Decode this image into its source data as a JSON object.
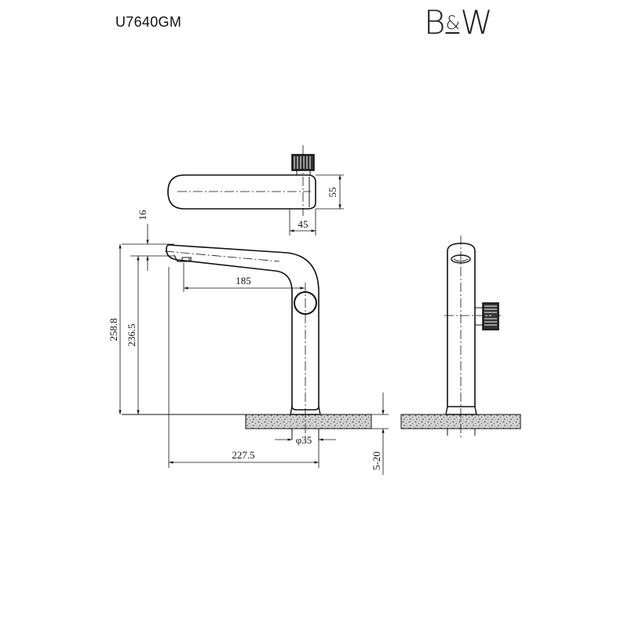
{
  "header": {
    "model_code": "U7640GM",
    "brand_left": "B",
    "brand_amp": "&",
    "brand_right": "W"
  },
  "dimensions": {
    "top_depth": "55",
    "top_width": "45",
    "spout_lip": "16",
    "reach": "185",
    "total_height": "258.8",
    "outlet_height": "236.5",
    "base_diameter": "φ35",
    "overall_length": "227.5",
    "deck_thickness": "5-20"
  },
  "colors": {
    "line": "#111111",
    "concrete_fill": "#c8c8c8"
  }
}
